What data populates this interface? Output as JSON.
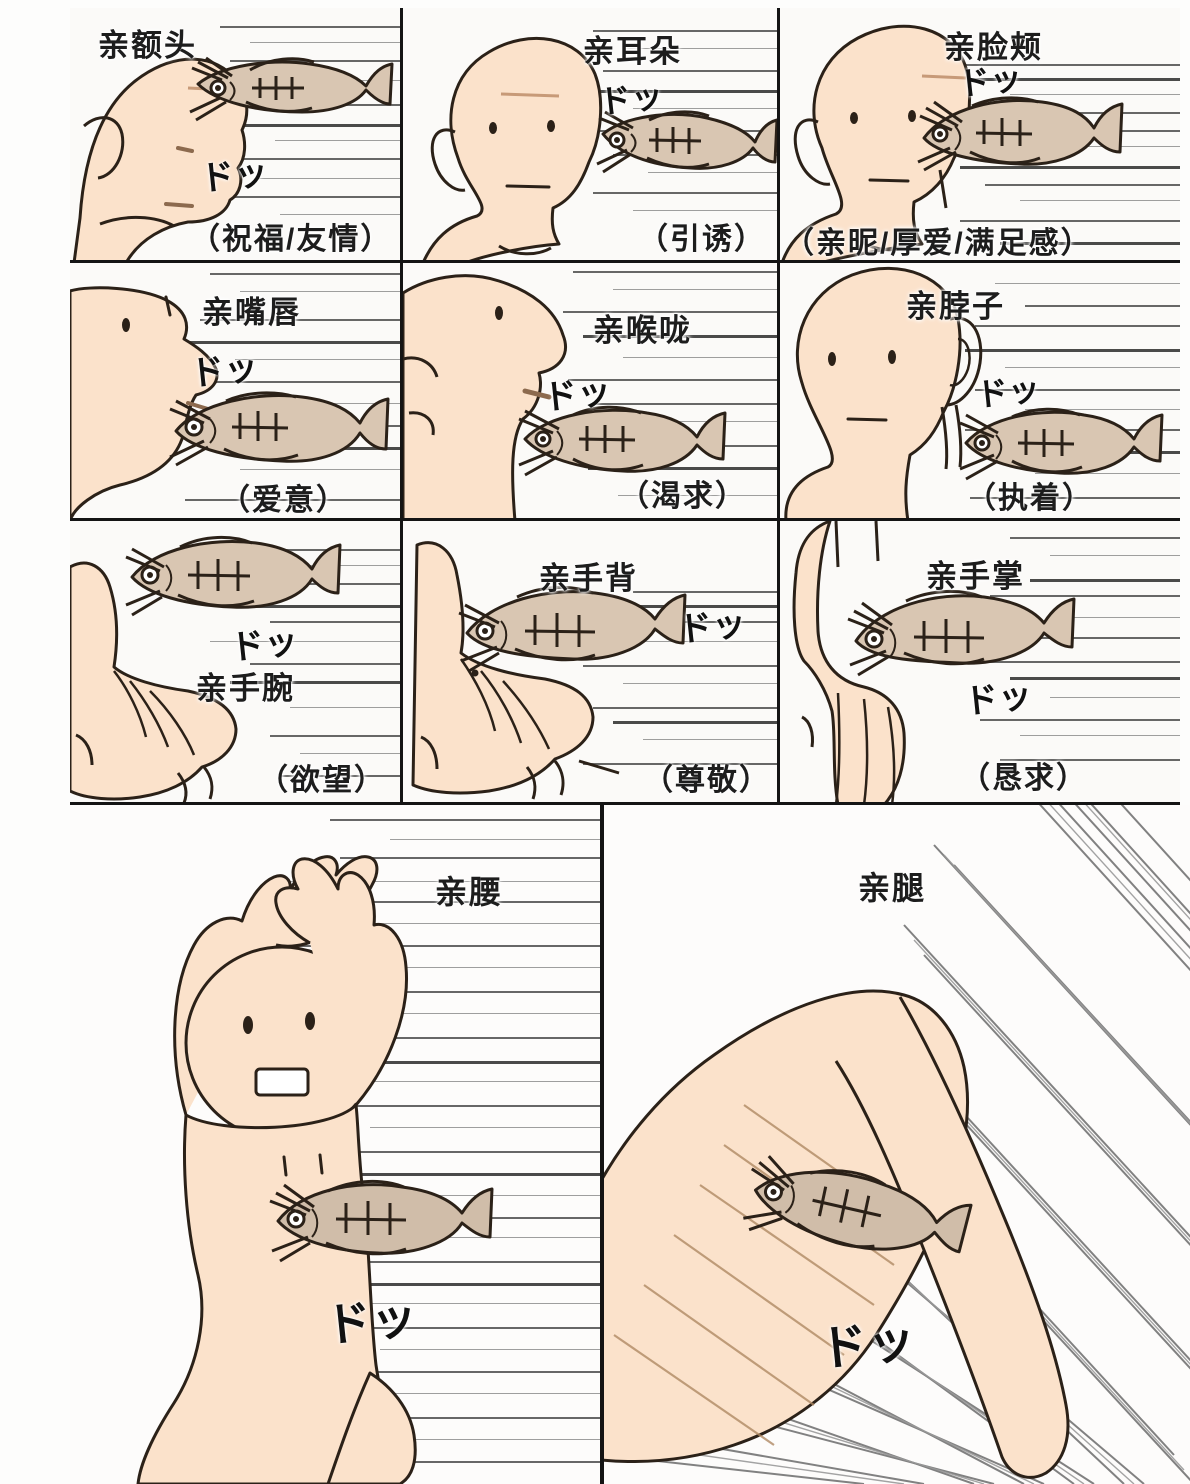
{
  "poster": {
    "description": "Comic grid chart of kiss locations, each drawn as a fish pressed against a body part",
    "sfx": "ドッ",
    "colors": {
      "skin": "#fbe2cb",
      "ink": "#2b2118",
      "speed_line": "#4c4c4c",
      "panel_border": "#141414",
      "background": "#fdfdfc",
      "fish_body": "#d9c6b2"
    }
  },
  "panels": [
    {
      "id": "forehead",
      "title": "亲额头",
      "caption": "（祝福/友情）",
      "sfx": "ドッ",
      "subject": "head-profile"
    },
    {
      "id": "ear",
      "title": "亲耳朵",
      "caption": "（引诱）",
      "sfx": "ドッ",
      "subject": "head-front"
    },
    {
      "id": "cheek",
      "title": "亲脸颊",
      "caption": "（亲昵/厚爱/满足感）",
      "sfx": "ドッ",
      "subject": "head-front"
    },
    {
      "id": "lips",
      "title": "亲嘴唇",
      "caption": "（爱意）",
      "sfx": "ドッ",
      "subject": "face-profile"
    },
    {
      "id": "throat",
      "title": "亲喉咙",
      "caption": "（渴求）",
      "sfx": "ドッ",
      "subject": "head-up"
    },
    {
      "id": "neck",
      "title": "亲脖子",
      "caption": "（执着）",
      "sfx": "ドッ",
      "subject": "head-front"
    },
    {
      "id": "wrist",
      "title": "亲手腕",
      "caption": "（欲望）",
      "sfx": "ドッ",
      "subject": "hand"
    },
    {
      "id": "hand-back",
      "title": "亲手背",
      "caption": "（尊敬）",
      "sfx": "ドッ",
      "subject": "hand"
    },
    {
      "id": "palm",
      "title": "亲手掌",
      "caption": "（恳求）",
      "sfx": "ドッ",
      "subject": "hand"
    },
    {
      "id": "waist",
      "title": "亲腰",
      "caption": "",
      "sfx": "ドッ",
      "subject": "body"
    },
    {
      "id": "leg",
      "title": "亲腿",
      "caption": "",
      "sfx": "ドッ",
      "subject": "legs"
    }
  ]
}
